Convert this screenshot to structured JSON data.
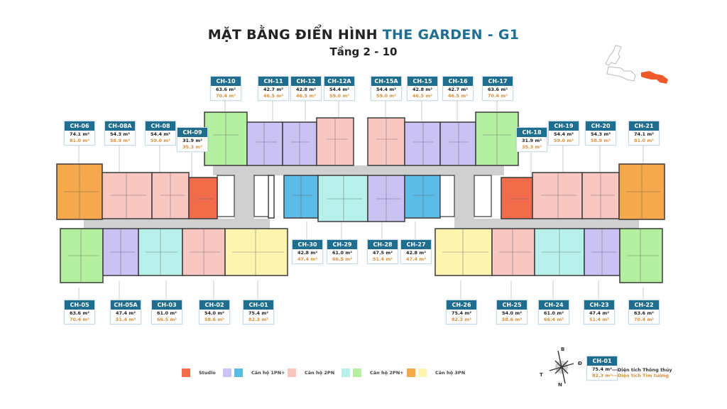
{
  "header": {
    "title_main": "MẶT BẰNG ĐIỂN HÌNH",
    "title_accent": "THE GARDEN - G1",
    "subtitle": "Tầng 2 - 10"
  },
  "colors": {
    "label_header": "#1f6d8f",
    "area_secondary": "#d98f3c",
    "studio": "#f26b4a",
    "1pn_a": "#c9c2f3",
    "1pn_b": "#5bbce8",
    "2pn": "#f9c7c2",
    "2pn_plus_a": "#b8f0ec",
    "2pn_plus_b": "#b4f0a0",
    "3pn_a": "#f6a94c",
    "3pn_b": "#fdf4b0",
    "corridor": "#d0d0d0",
    "locator_highlight": "#f05a28"
  },
  "units": {
    "top_row": [
      {
        "code": "CH-10",
        "a1": "63.6 m²",
        "a2": "70.4 m²"
      },
      {
        "code": "CH-11",
        "a1": "42.7 m²",
        "a2": "46.5 m²"
      },
      {
        "code": "CH-12",
        "a1": "42.8 m²",
        "a2": "46.5 m²"
      },
      {
        "code": "CH-12A",
        "a1": "54.4 m²",
        "a2": "59.0 m²"
      },
      {
        "code": "CH-15A",
        "a1": "54.4 m²",
        "a2": "59.0 m²"
      },
      {
        "code": "CH-15",
        "a1": "42.8 m²",
        "a2": "46.5 m²"
      },
      {
        "code": "CH-16",
        "a1": "42.7 m²",
        "a2": "46.5 m²"
      },
      {
        "code": "CH-17",
        "a1": "63.6 m²",
        "a2": "70.4 m²"
      }
    ],
    "mid_left": [
      {
        "code": "CH-06",
        "a1": "74.1 m²",
        "a2": "81.0 m²"
      },
      {
        "code": "CH-08A",
        "a1": "54.3 m²",
        "a2": "58.9 m²"
      },
      {
        "code": "CH-08",
        "a1": "54.4 m²",
        "a2": "59.0 m²"
      },
      {
        "code": "CH-09",
        "a1": "31.9 m²",
        "a2": "35.3 m²"
      }
    ],
    "mid_right": [
      {
        "code": "CH-18",
        "a1": "31.9 m²",
        "a2": "35.3 m²"
      },
      {
        "code": "CH-19",
        "a1": "54.4 m²",
        "a2": "59.0 m²"
      },
      {
        "code": "CH-20",
        "a1": "54.3 m²",
        "a2": "58.9 m²"
      },
      {
        "code": "CH-21",
        "a1": "74.1 m²",
        "a2": "81.0 m²"
      }
    ],
    "center": [
      {
        "code": "CH-30",
        "a1": "42.8 m²",
        "a2": "47.4 m²"
      },
      {
        "code": "CH-29",
        "a1": "61.0 m²",
        "a2": "66.5 m²"
      },
      {
        "code": "CH-28",
        "a1": "47.5 m²",
        "a2": "51.4 m²"
      },
      {
        "code": "CH-27",
        "a1": "42.8 m²",
        "a2": "47.4 m²"
      }
    ],
    "bottom_left": [
      {
        "code": "CH-05",
        "a1": "63.6 m²",
        "a2": "70.4 m²"
      },
      {
        "code": "CH-05A",
        "a1": "47.4 m²",
        "a2": "51.4 m²"
      },
      {
        "code": "CH-03",
        "a1": "61.0 m²",
        "a2": "66.5 m²"
      },
      {
        "code": "CH-02",
        "a1": "54.0 m²",
        "a2": "58.6 m²"
      },
      {
        "code": "CH-01",
        "a1": "75.4 m²",
        "a2": "82.3 m²"
      }
    ],
    "bottom_right": [
      {
        "code": "CH-26",
        "a1": "75.4 m²",
        "a2": "82.3 m²"
      },
      {
        "code": "CH-25",
        "a1": "54.0 m²",
        "a2": "58.6 m²"
      },
      {
        "code": "CH-24",
        "a1": "61.0 m²",
        "a2": "66.4 m²"
      },
      {
        "code": "CH-23",
        "a1": "47.4 m²",
        "a2": "51.4 m²"
      },
      {
        "code": "CH-22",
        "a1": "63.6 m²",
        "a2": "70.4 m²"
      }
    ]
  },
  "legend": [
    {
      "label": "Studio",
      "icon": "swatch-studio"
    },
    {
      "label": "Căn hộ 1PN+",
      "icon": "swatch-1pn"
    },
    {
      "label": "Căn hộ 2PN",
      "icon": "swatch-2pn"
    },
    {
      "label": "Căn hộ 2PN+",
      "icon": "swatch-2pn-plus"
    },
    {
      "label": "Căn hộ 3PN",
      "icon": "swatch-3pn"
    }
  ],
  "compass": {
    "north": "B",
    "east": "Đ",
    "south": "N",
    "west": "T",
    "icon": "compass-rose-icon"
  },
  "key": {
    "code": "CH-01",
    "a1": "75.4 m²",
    "a2": "82.3 m²",
    "a1_desc": "Diện tích Thông thủy",
    "a2_desc": "Diện tích Tim tường"
  }
}
